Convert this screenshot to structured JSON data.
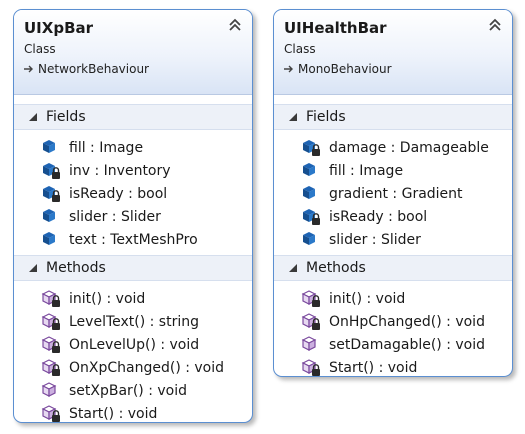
{
  "classes": [
    {
      "name": "UIXpBar",
      "stereotype": "Class",
      "base": "NetworkBehaviour",
      "fields_label": "Fields",
      "methods_label": "Methods",
      "fields": [
        {
          "text": "fill : Image",
          "icon": "field-icon"
        },
        {
          "text": "inv : Inventory",
          "icon": "private-field-icon"
        },
        {
          "text": "isReady : bool",
          "icon": "private-field-icon"
        },
        {
          "text": "slider : Slider",
          "icon": "field-icon"
        },
        {
          "text": "text : TextMeshPro",
          "icon": "field-icon"
        }
      ],
      "methods": [
        {
          "text": "init() : void",
          "icon": "private-method-icon"
        },
        {
          "text": "LevelText() : string",
          "icon": "private-method-icon"
        },
        {
          "text": "OnLevelUp() : void",
          "icon": "private-method-icon"
        },
        {
          "text": "OnXpChanged() : void",
          "icon": "private-method-icon"
        },
        {
          "text": "setXpBar() : void",
          "icon": "method-icon"
        },
        {
          "text": "Start() : void",
          "icon": "private-method-icon"
        }
      ]
    },
    {
      "name": "UIHealthBar",
      "stereotype": "Class",
      "base": "MonoBehaviour",
      "fields_label": "Fields",
      "methods_label": "Methods",
      "fields": [
        {
          "text": "damage : Damageable",
          "icon": "private-field-icon"
        },
        {
          "text": "fill : Image",
          "icon": "field-icon"
        },
        {
          "text": "gradient : Gradient",
          "icon": "field-icon"
        },
        {
          "text": "isReady : bool",
          "icon": "private-field-icon"
        },
        {
          "text": "slider : Slider",
          "icon": "field-icon"
        }
      ],
      "methods": [
        {
          "text": "init() : void",
          "icon": "private-method-icon"
        },
        {
          "text": "OnHpChanged() : void",
          "icon": "private-method-icon"
        },
        {
          "text": "setDamagable() : void",
          "icon": "method-icon"
        },
        {
          "text": "Start() : void",
          "icon": "private-method-icon"
        }
      ]
    }
  ],
  "colors": {
    "border": "#5b8fd1",
    "field_icon": "#1e64b4",
    "method_icon": "#7b4a9e"
  }
}
